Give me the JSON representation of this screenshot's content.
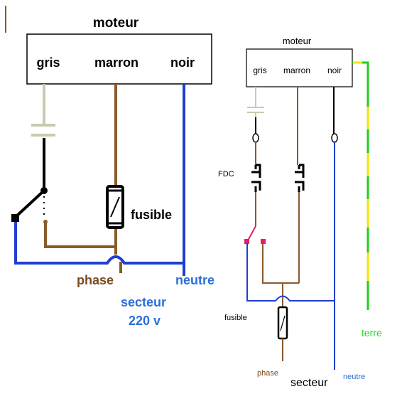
{
  "left_diagram": {
    "motor_title": "moteur",
    "wire_gris": "gris",
    "wire_marron": "marron",
    "wire_noir": "noir",
    "fuse_label": "fusible",
    "phase_label": "phase",
    "neutre_label": "neutre",
    "secteur_label": "secteur",
    "voltage_label": "220 v"
  },
  "right_diagram": {
    "motor_title": "moteur",
    "wire_gris": "gris",
    "wire_marron": "marron",
    "wire_noir": "noir",
    "fdc_label": "FDC",
    "fuse_label": "fusible",
    "phase_label": "phase",
    "secteur_label": "secteur",
    "neutre_label": "neutre",
    "terre_label": "terre"
  },
  "colors": {
    "brown": "#8B5A2B",
    "blue": "#1E3FD0",
    "black": "#000000",
    "gray": "#C8CBB0",
    "green": "#22CC22",
    "yellow": "#F2E600",
    "red": "#E0206A",
    "label_brown": "#7A4A1E",
    "label_blue": "#2B6FD6",
    "label_green": "#1FDC1F"
  }
}
